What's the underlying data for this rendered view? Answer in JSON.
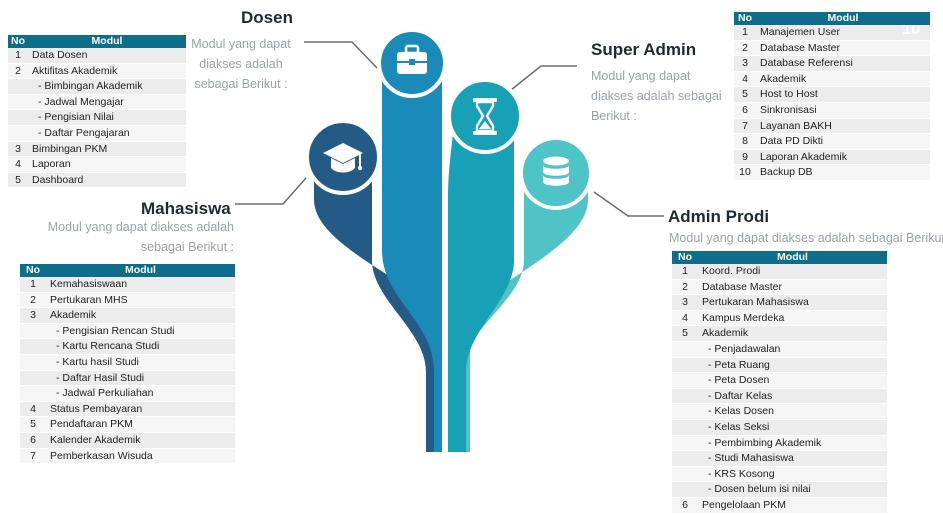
{
  "dosen": {
    "title": "Dosen",
    "desc": [
      "Modul yang dapat",
      "diakses adalah",
      "sebagai Berikut :"
    ],
    "header": {
      "no": "No",
      "modul": "Modul"
    },
    "rows": [
      {
        "no": "1",
        "name": "Data Dosen"
      },
      {
        "no": "2",
        "name": "Aktifitas Akademik"
      },
      {
        "no": "",
        "name": "- Bimbingan Akademik"
      },
      {
        "no": "",
        "name": "- Jadwal Mengajar"
      },
      {
        "no": "",
        "name": "- Pengisian Nilai"
      },
      {
        "no": "",
        "name": "- Daftar Pengajaran"
      },
      {
        "no": "3",
        "name": "Bimbingan PKM"
      },
      {
        "no": "4",
        "name": "Laporan"
      },
      {
        "no": "5",
        "name": "Dashboard"
      }
    ]
  },
  "super_admin": {
    "title": "Super Admin",
    "desc": [
      "Modul yang dapat",
      "diakses adalah sebagai",
      "Berikut :"
    ],
    "header": {
      "no": "No",
      "modul": "Modul"
    },
    "watermark": "10",
    "rows": [
      {
        "no": "1",
        "name": "Manajemen User"
      },
      {
        "no": "2",
        "name": "Database Master"
      },
      {
        "no": "3",
        "name": "Database Referensi"
      },
      {
        "no": "4",
        "name": "Akademik"
      },
      {
        "no": "5",
        "name": "Host to Host"
      },
      {
        "no": "6",
        "name": "Sinkronisasi"
      },
      {
        "no": "7",
        "name": "Layanan BAKH"
      },
      {
        "no": "8",
        "name": "Data PD Dikti"
      },
      {
        "no": "9",
        "name": "Laporan Akademik"
      },
      {
        "no": "10",
        "name": "Backup DB"
      }
    ]
  },
  "mahasiswa": {
    "title": "Mahasiswa",
    "desc": [
      "Modul yang dapat diakses adalah",
      "sebagai Berikut :"
    ],
    "header": {
      "no": "No",
      "modul": "Modul"
    },
    "rows": [
      {
        "no": "1",
        "name": "Kemahasiswaan"
      },
      {
        "no": "2",
        "name": "Pertukaran MHS"
      },
      {
        "no": "3",
        "name": "Akademik"
      },
      {
        "no": "",
        "name": "- Pengisian Rencan Studi"
      },
      {
        "no": "",
        "name": "- Kartu Rencana Studi"
      },
      {
        "no": "",
        "name": "- Kartu hasil Studi"
      },
      {
        "no": "",
        "name": "- Daftar Hasil Studi"
      },
      {
        "no": "",
        "name": "- Jadwal Perkuliahan"
      },
      {
        "no": "4",
        "name": "Status Pembayaran"
      },
      {
        "no": "5",
        "name": "Pendaftaran PKM"
      },
      {
        "no": "6",
        "name": "Kalender Akademik"
      },
      {
        "no": "7",
        "name": "Pemberkasan Wisuda"
      }
    ]
  },
  "admin_prodi": {
    "title": "Admin Prodi",
    "desc": [
      "Modul yang dapat diakses adalah sebagai Berikut"
    ],
    "header": {
      "no": "No",
      "modul": "Modul"
    },
    "rows": [
      {
        "no": "1",
        "name": "Koord. Prodi"
      },
      {
        "no": "2",
        "name": "Database Master"
      },
      {
        "no": "3",
        "name": "Pertukaran Mahasiswa"
      },
      {
        "no": "4",
        "name": "Kampus Merdeka"
      },
      {
        "no": "5",
        "name": "Akademik"
      },
      {
        "no": "",
        "name": "- Penjadawalan"
      },
      {
        "no": "",
        "name": "- Peta Ruang"
      },
      {
        "no": "",
        "name": "- Peta Dosen"
      },
      {
        "no": "",
        "name": "- Daftar Kelas"
      },
      {
        "no": "",
        "name": "- Kelas Dosen"
      },
      {
        "no": "",
        "name": "- Kelas Seksi"
      },
      {
        "no": "",
        "name": "- Pembimbing Akademik"
      },
      {
        "no": "",
        "name": "- Studi Mahasiswa"
      },
      {
        "no": "",
        "name": "- KRS Kosong"
      },
      {
        "no": "",
        "name": "- Dosen belum isi nilai"
      },
      {
        "no": "6",
        "name": "Pengelolaan PKM"
      }
    ]
  },
  "icons": {
    "dosen": "briefcase-icon",
    "super_admin": "hourglass-icon",
    "mahasiswa": "graduation-cap-icon",
    "admin_prodi": "database-icon"
  },
  "colors": {
    "branch_dark": "#245a86",
    "branch_mid": "#1a8bb8",
    "branch_teal": "#17a0b6",
    "branch_light": "#4fc4c6",
    "table_header": "#0e6d8a",
    "heading": "#1f2a33",
    "desc": "#9aa3aa"
  }
}
